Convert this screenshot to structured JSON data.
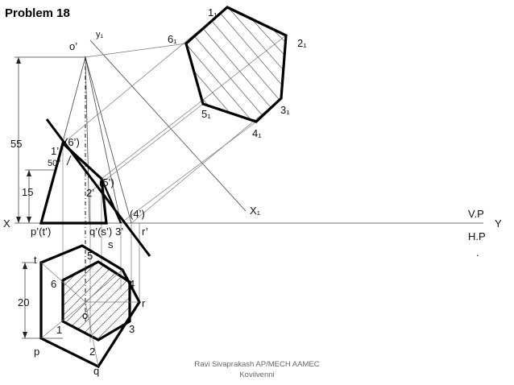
{
  "title": "Problem 18",
  "credit": [
    "Ravi Sivaprakash AP/MECH AAMEC",
    "Kovilvenni"
  ],
  "labels": {
    "x_left": "X",
    "y_right": "Y",
    "vp": "V.P",
    "hp": "H.P",
    "dim_55": "55",
    "dim_15": "15",
    "dim_20": "20",
    "angle_50": "50°",
    "x1": "X₁",
    "y1": "y₁",
    "o_front": "o’",
    "o_top": "o",
    "p_t": "p’(t’)",
    "q_s": "q’(s’)",
    "three_p": "3’",
    "four_p": "(4’)",
    "r_p": "r’",
    "one_p": "1’",
    "six_p": "(6’)",
    "two_p": "2’",
    "five_p": "(5’)",
    "t": "t",
    "s": "s",
    "r": "r",
    "p": "p",
    "q": "q",
    "n1": "1",
    "n2": "2",
    "n3": "3",
    "n4": "4",
    "n5": "5",
    "n6": "6",
    "a1": "1₁",
    "a2": "2₁",
    "a3": "3₁",
    "a4": "4₁",
    "a5": "5₁",
    "a6": "6₁"
  }
}
